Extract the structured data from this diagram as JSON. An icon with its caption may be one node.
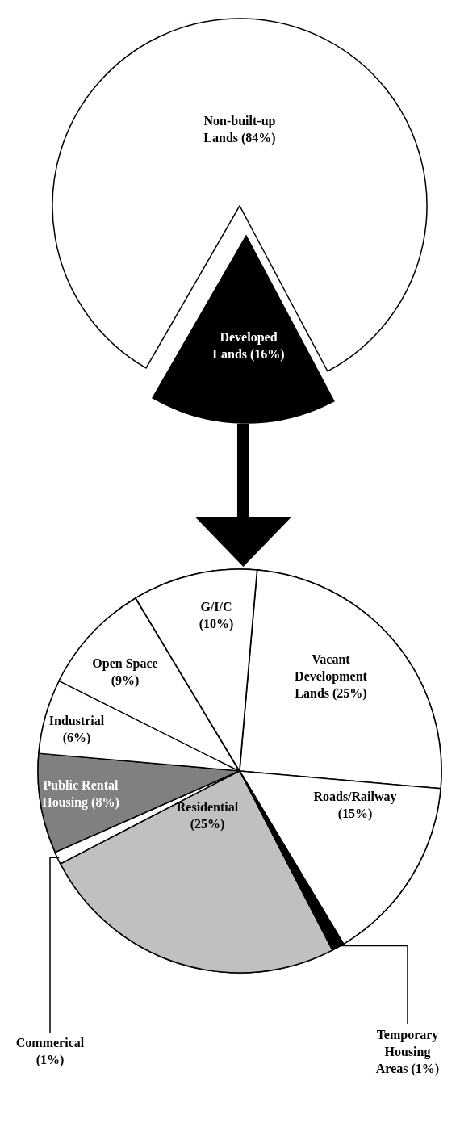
{
  "diagram": {
    "nodes": [
      {
        "text": [
          "Non-built-up Lands (84%)"
        ]
      },
      {
        "text": [
          "Developed Lands (16%)"
        ]
      },
      {
        "text": [],
        "shape": "circle"
      },
      {
        "text": [
          "Vacant Development Lands (25%)"
        ],
        "in": 2
      },
      {
        "text": [
          "Roads/Railway (15%)"
        ],
        "in": 2
      },
      {
        "text": [],
        "shape": "wedge",
        "in": 2
      },
      {
        "text": [
          "Residential (25%)"
        ],
        "in": 2
      },
      {
        "text": [],
        "shape": "wedge",
        "in": 2
      },
      {
        "text": [
          "Public Rental Housing (8%)"
        ],
        "in": 2
      },
      {
        "text": [
          "Industrial (6%)"
        ],
        "in": 2
      },
      {
        "text": [
          "Open Space (9%)"
        ],
        "in": 2
      },
      {
        "text": [
          "G/I/C (10%)"
        ],
        "in": 2
      },
      {
        "text": [
          "Commerical (1%)"
        ]
      },
      {
        "text": [
          "Temporary Housing Areas (1%)"
        ]
      }
    ],
    "edges": [
      {
        "from": 1,
        "to": 2,
        "arrow": "to",
        "style": "thick"
      },
      {
        "from": 12,
        "to": 5,
        "arrow": "none"
      },
      {
        "from": 13,
        "to": 7,
        "arrow": "none"
      }
    ]
  }
}
